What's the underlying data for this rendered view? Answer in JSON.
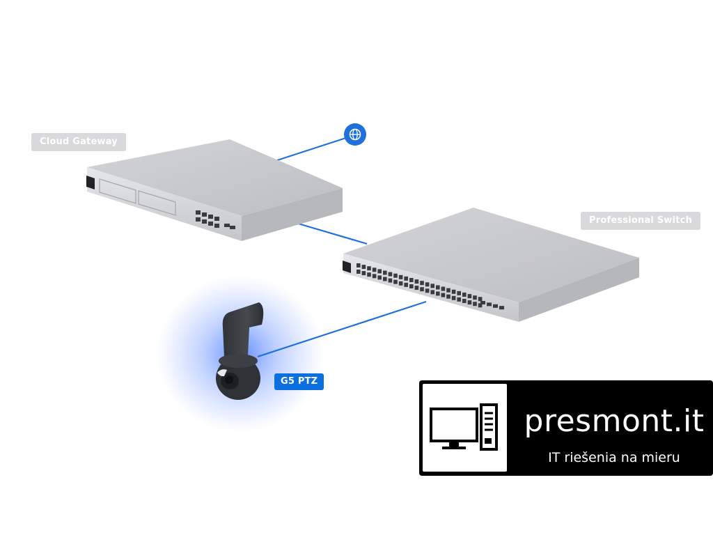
{
  "labels": {
    "cloud_gateway": "Cloud Gateway",
    "professional_switch": "Professional Switch",
    "camera": "G5 PTZ"
  },
  "internet_icon": "globe-icon",
  "logo": {
    "name": "presmont.it",
    "tagline": "IT riešenia na mieru",
    "icon": "desktop-computer-icon"
  },
  "colors": {
    "link_line": "#1f6fdc",
    "accent": "#0b6fe0",
    "label_bg": "#d9d9dc",
    "device_body": "#c9cacd"
  }
}
